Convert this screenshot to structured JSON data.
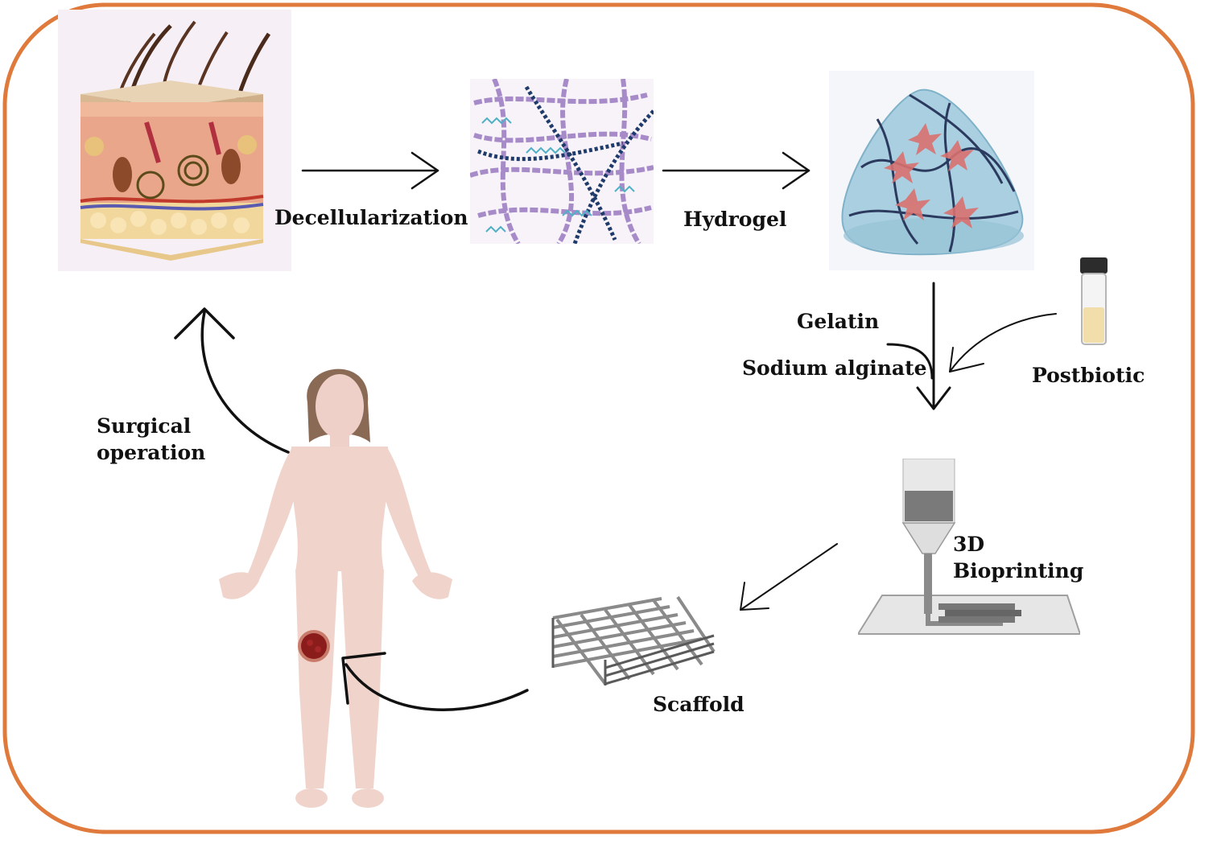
{
  "diagram": {
    "frame_color": "#e07a3c",
    "labels": {
      "decellularization": "Decellularization",
      "hydrogel": "Hydrogel",
      "gelatin": "Gelatin",
      "sodium_alginate": "Sodium alginate",
      "postbiotic": "Postbiotic",
      "bioprinting_line1": "3D",
      "bioprinting_line2": "Bioprinting",
      "scaffold": "Scaffold",
      "surgical_line1": "Surgical",
      "surgical_line2": "operation"
    },
    "icons": [
      "skin-cross-section-icon",
      "ecm-fiber-network-icon",
      "hydrogel-dome-icon",
      "postbiotic-vial-icon",
      "bioprinter-icon",
      "scaffold-lattice-icon",
      "patient-body-icon",
      "wound-icon"
    ]
  }
}
